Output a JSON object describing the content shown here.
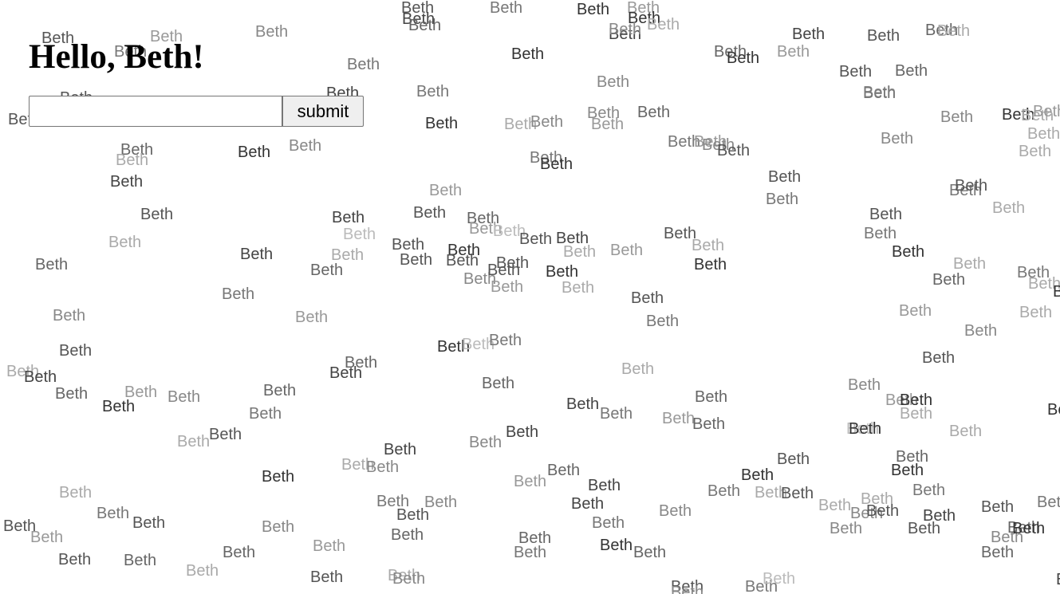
{
  "greeting": {
    "text": "Hello, Beth!"
  },
  "form": {
    "input_value": "",
    "input_placeholder": "",
    "submit_label": "submit"
  },
  "cloud": {
    "word": "Beth"
  }
}
